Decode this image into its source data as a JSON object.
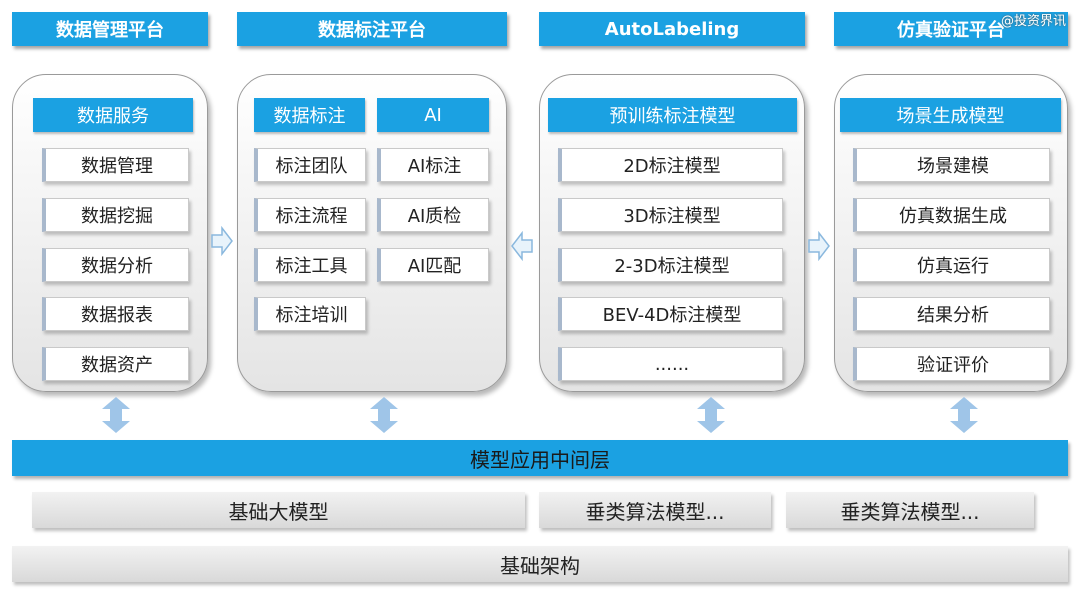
{
  "platforms": [
    {
      "title": "数据管理平台"
    },
    {
      "title": "数据标注平台"
    },
    {
      "title": "AutoLabeling"
    },
    {
      "title": "仿真验证平台"
    }
  ],
  "watermark": "@投资界讯",
  "panel1": {
    "header": "数据服务",
    "items": [
      "数据管理",
      "数据挖掘",
      "数据分析",
      "数据报表",
      "数据资产"
    ]
  },
  "panel2": {
    "header_left": "数据标注",
    "header_right": "AI",
    "left_items": [
      "标注团队",
      "标注流程",
      "标注工具",
      "标注培训"
    ],
    "right_items": [
      "AI标注",
      "AI质检",
      "AI匹配"
    ]
  },
  "panel3": {
    "header": "预训练标注模型",
    "items": [
      "2D标注模型",
      "3D标注模型",
      "2-3D标注模型",
      "BEV-4D标注模型",
      "......"
    ]
  },
  "panel4": {
    "header": "场景生成模型",
    "items": [
      "场景建模",
      "仿真数据生成",
      "仿真运行",
      "结果分析",
      "验证评价"
    ]
  },
  "layers": {
    "middleware": "模型应用中间层",
    "foundation_model": "基础大模型",
    "vertical_1": "垂类算法模型...",
    "vertical_2": "垂类算法模型...",
    "infrastructure": "基础架构"
  },
  "colors": {
    "accent": "#1ba1e2",
    "arrow_fill": "#9fc5e8"
  }
}
